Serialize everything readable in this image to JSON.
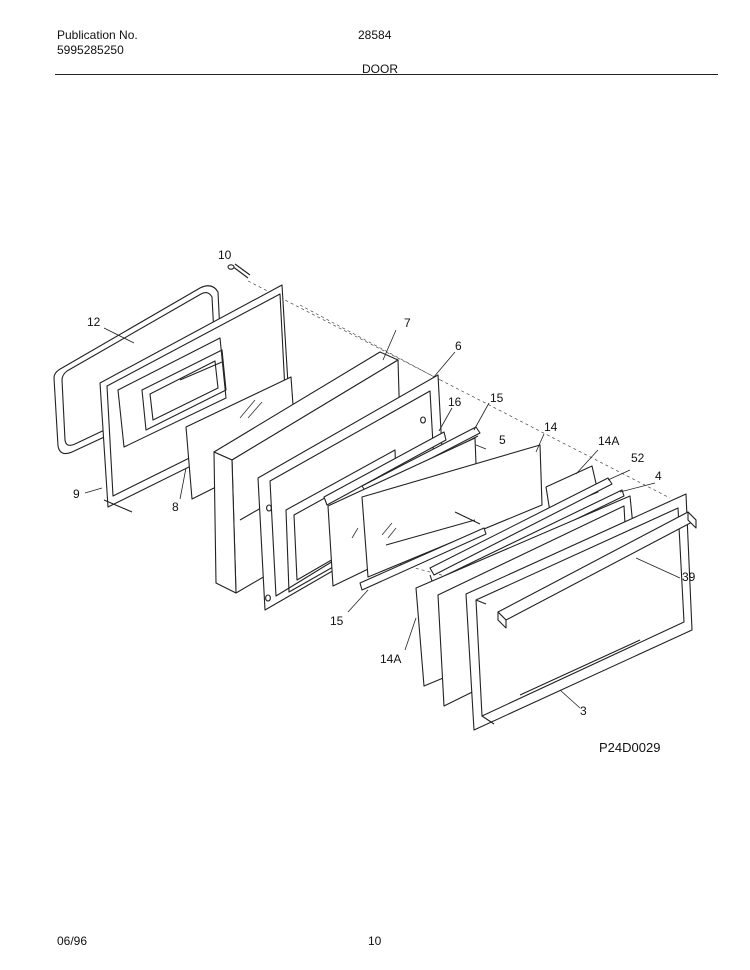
{
  "header": {
    "publication_label": "Publication No.",
    "publication_number": "5995285250",
    "model": "28584",
    "section": "DOOR"
  },
  "diagram": {
    "callouts": {
      "c10": "10",
      "c12": "12",
      "c7": "7",
      "c6": "6",
      "c16": "16",
      "c15a": "15",
      "c5": "5",
      "c14": "14",
      "c14a_top": "14A",
      "c52": "52",
      "c4": "4",
      "c39": "39",
      "c9": "9",
      "c8": "8",
      "c15b": "15",
      "c14a_bottom": "14A",
      "c3": "3"
    },
    "drawing_code": "P24D0029"
  },
  "footer": {
    "date": "06/96",
    "page": "10"
  }
}
